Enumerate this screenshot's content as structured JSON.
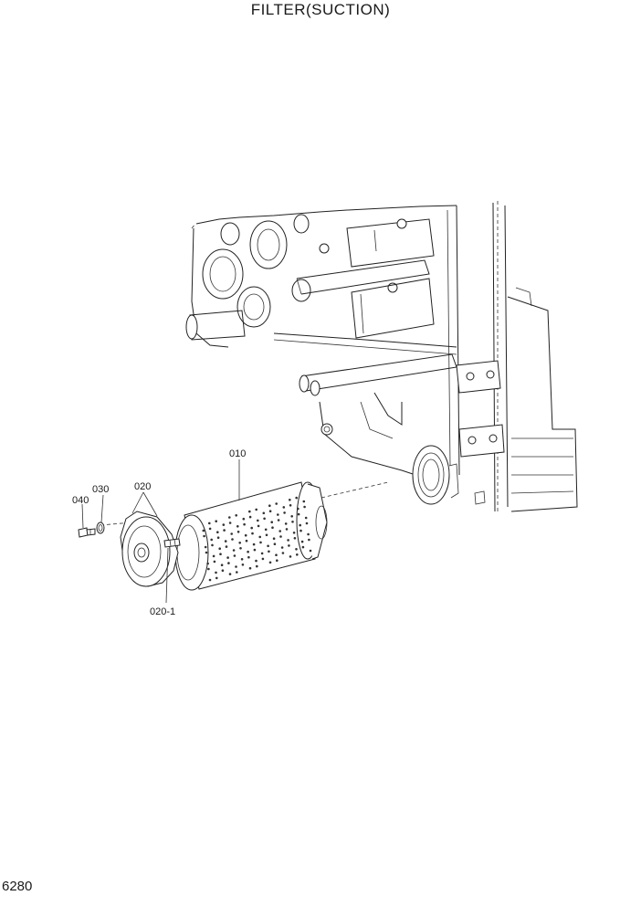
{
  "title": "FILTER(SUCTION)",
  "page_number": "6280",
  "callouts": {
    "c010": "010",
    "c020": "020",
    "c030": "030",
    "c040": "040",
    "c0201": "020-1"
  }
}
